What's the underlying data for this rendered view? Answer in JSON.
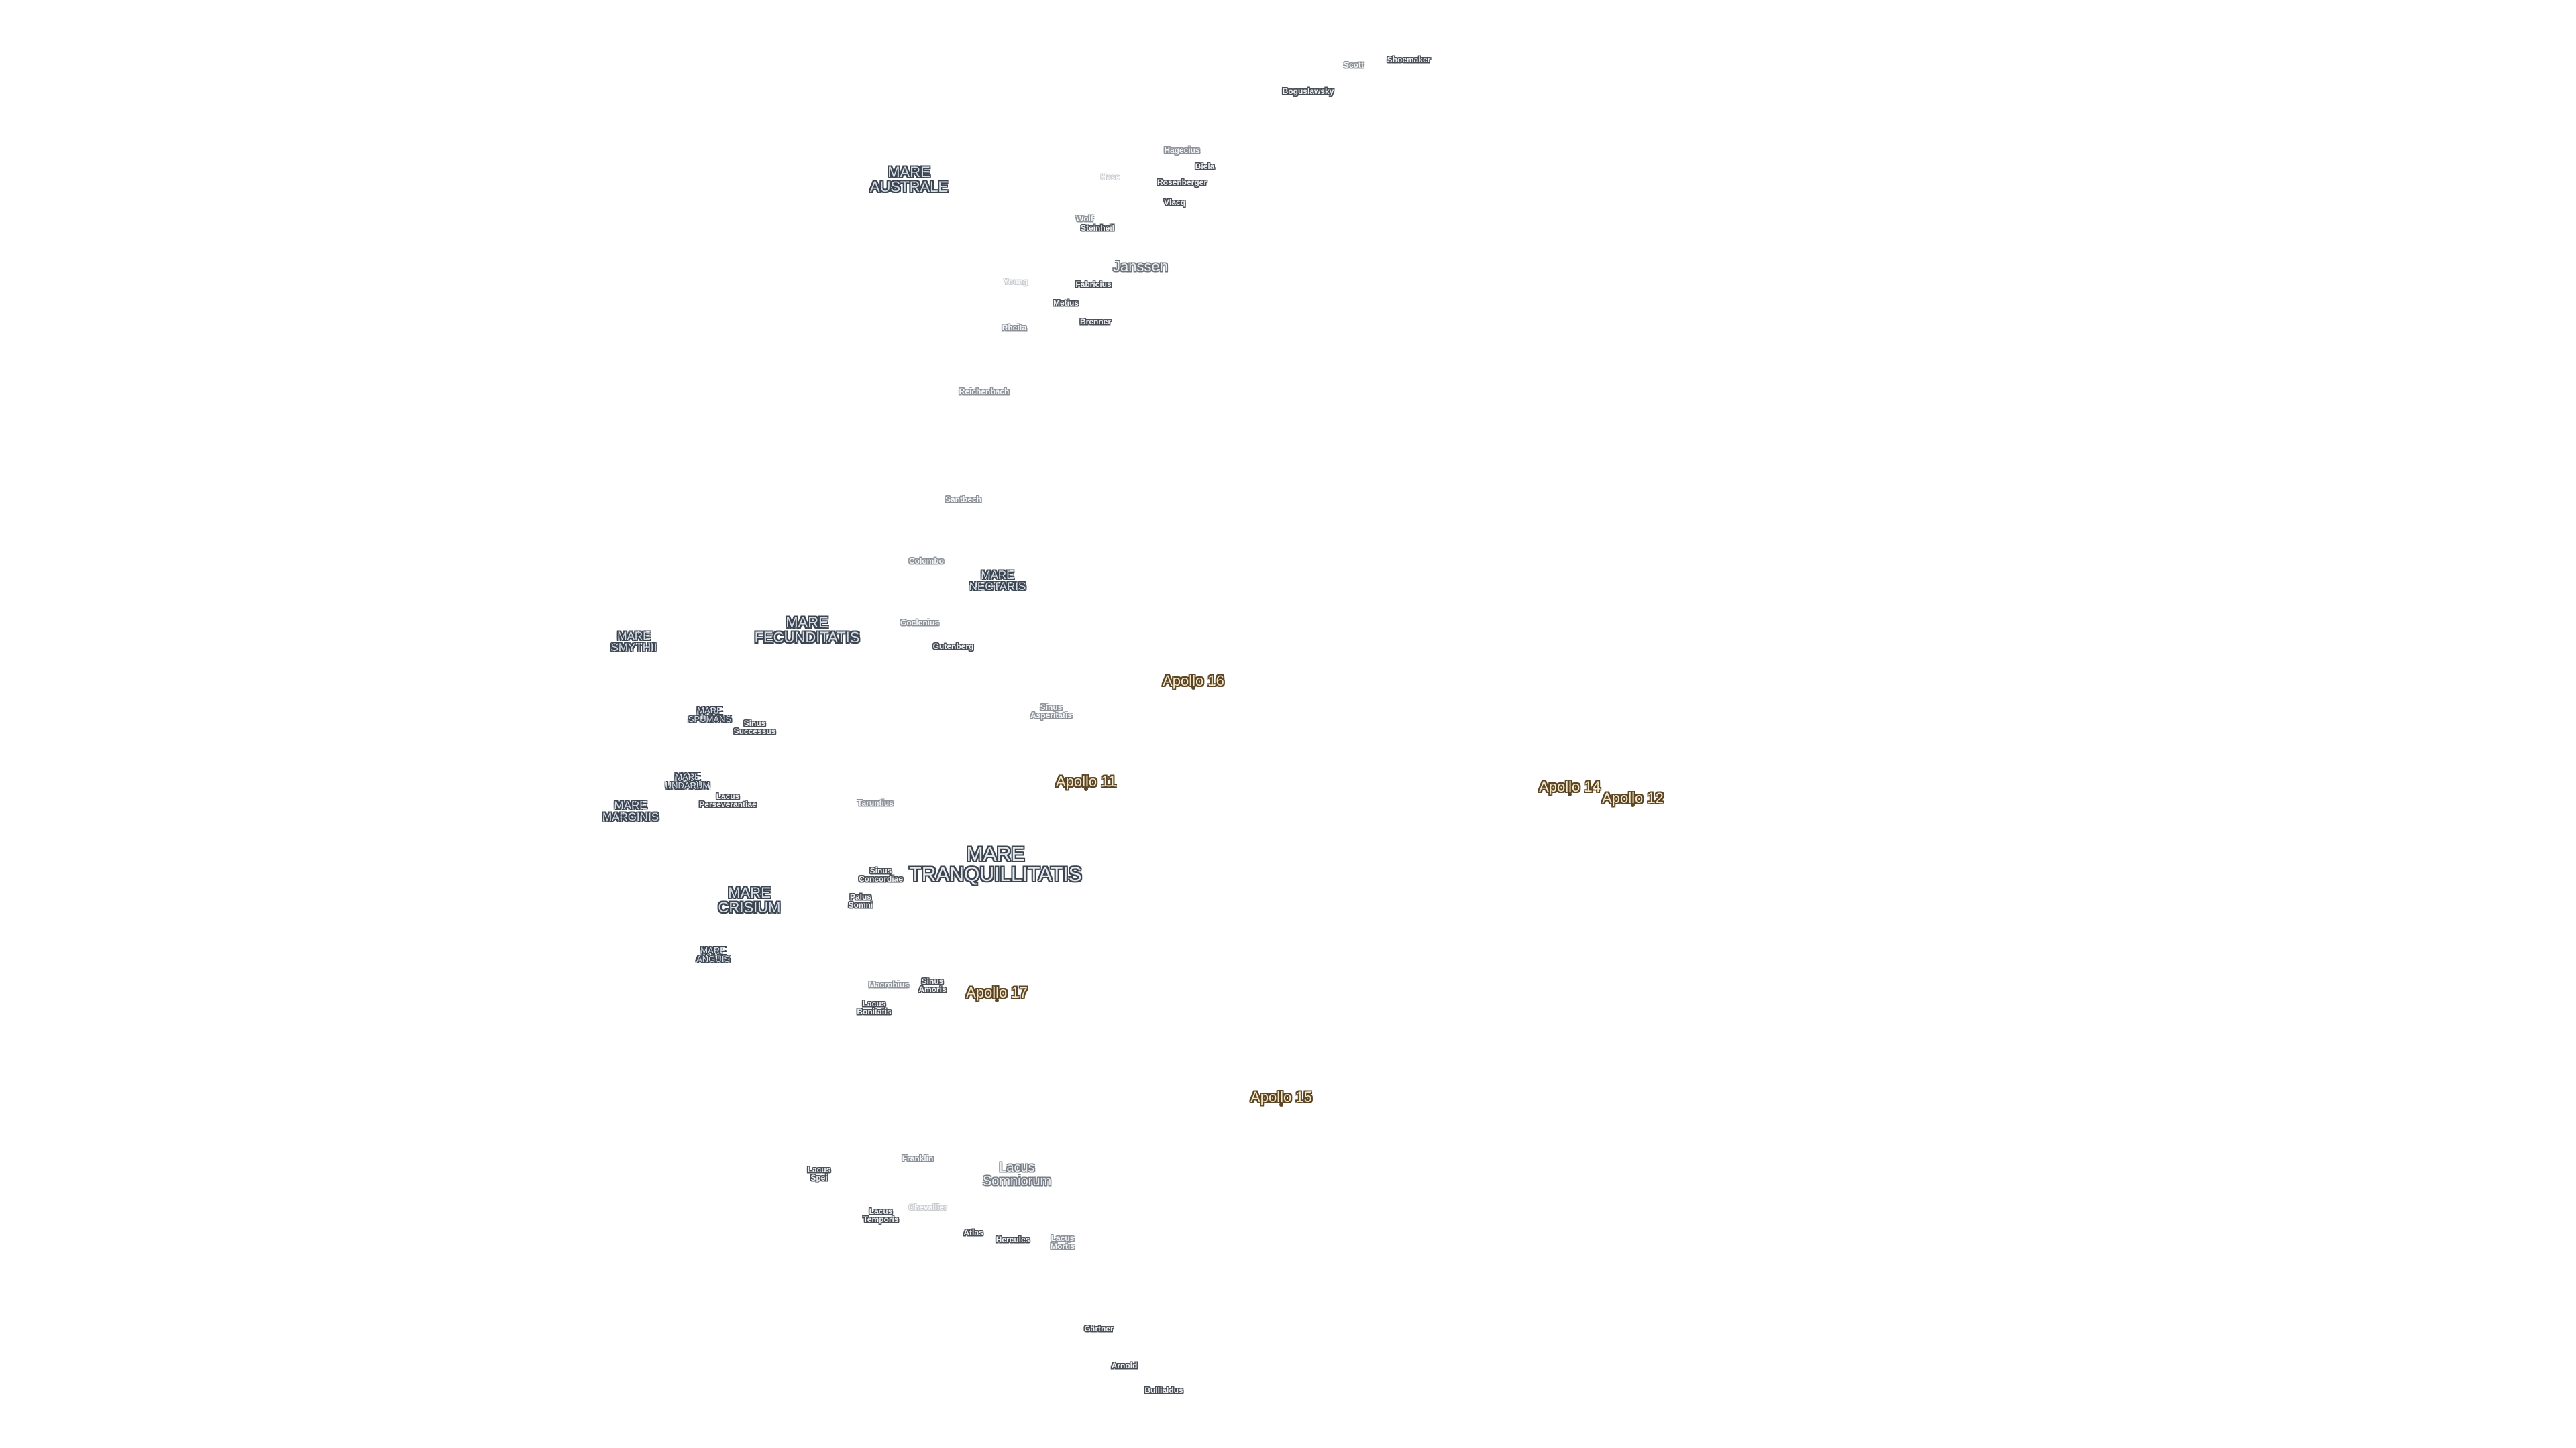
{
  "map": {
    "maria": {
      "australe": "MARE\nAUSTRALE",
      "fecunditatis": "MARE\nFECUNDITATIS",
      "nectaris": "MARE\nNECTARIS",
      "smythii": "MARE\nSMYTHII",
      "spumans": "MARE\nSPUMANS",
      "undarum": "MARE\nUNDARUM",
      "marginis": "MARE\nMARGINIS",
      "crisium": "MARE\nCRISIUM",
      "anguis": "MARE\nANGUIS",
      "tranquillitatis": "MARE\nTRANQUILLITATIS"
    },
    "features": {
      "scott": "Scott",
      "shoemaker": "Shoemaker",
      "boguslawsky": "Boguslawsky",
      "hagecius": "Hagecius",
      "biela": "Biela",
      "hase": "Hase",
      "rosenberger": "Rosenberger",
      "vlacq": "Vlacq",
      "wolf": "Wolf",
      "stiebhall": "Steinheil",
      "janssen": "Janssen",
      "young": "Young",
      "fabricius": "Fabricius",
      "metius": "Metius",
      "rheita": "Rheita",
      "brenner": "Brenner",
      "reichenbach": "Reichenbach",
      "santbech": "Santbech",
      "colombo": "Colombo",
      "goclenius": "Goclenius",
      "gutenberg": "Gutenberg",
      "sinus_successus": "Sinus\nSuccessus",
      "sinus_asperitatis": "Sinus\nAsperitatis",
      "lacus_perseverantiae": "Lacus\nPerseverantiae",
      "taruntius": "Taruntius",
      "sinus_concordiae": "Sinus\nConcordiae",
      "palus_somni": "Palus\nSomni",
      "macrobius": "Macrobius",
      "sinus_amoris": "Sinus\nAmoris",
      "lacus_bonitatis": "Lacus\nBonitatis",
      "franklin": "Franklin",
      "lacus_somniorum": "Lacus\nSomniorum",
      "lacus_spei": "Lacus\nSpei",
      "lacus_temporis": "Lacus\nTemporis",
      "chevallier": "Chevallier",
      "atlas": "Atlas",
      "hercules": "Hercules",
      "lacus_mortis": "Lacus\nMortis",
      "gartner": "Gärtner",
      "arnold": "Arnold",
      "bullialdus": "Bullialdus"
    },
    "apollo": {
      "a16": "Apollo 16",
      "a11": "Apollo 11",
      "a14": "Apollo 14",
      "a12": "Apollo 12",
      "a17": "Apollo 17",
      "a15": "Apollo 15"
    }
  }
}
